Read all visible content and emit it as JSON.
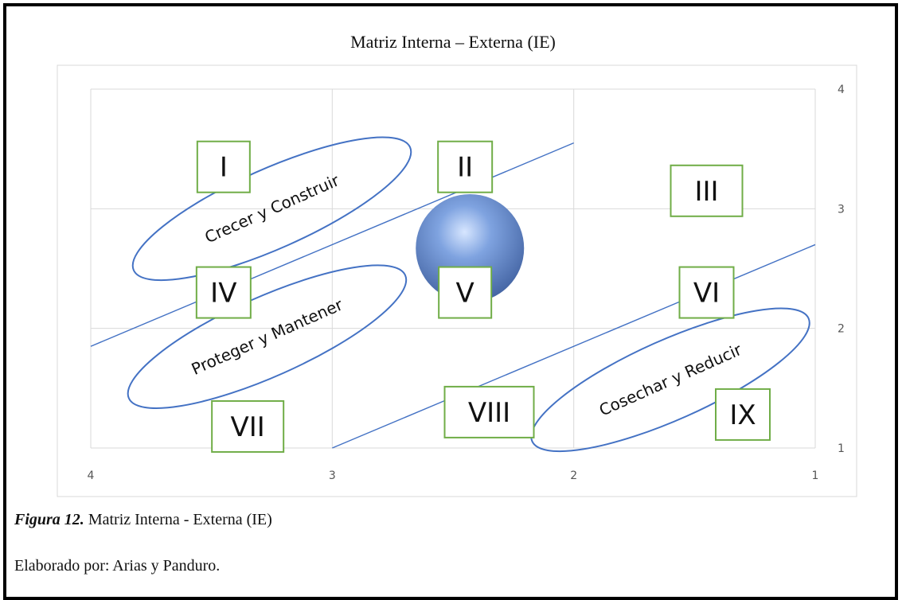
{
  "figure": {
    "title": "Matriz Interna – Externa (IE)",
    "caption_label": "Figura 12.",
    "caption_text": " Matriz Interna - Externa (IE)",
    "credit": "Elaborado por: Arias y Panduro."
  },
  "chart_data": {
    "type": "scatter",
    "title": "Matriz Interna – Externa (IE)",
    "x_ticks": [
      "4",
      "3",
      "2",
      "1"
    ],
    "y_ticks": [
      "1",
      "2",
      "3",
      "4"
    ],
    "xlim": [
      4,
      1
    ],
    "ylim": [
      1,
      4
    ],
    "grid": true,
    "point": {
      "x": 2.43,
      "y": 2.67
    },
    "cells": [
      {
        "label": "I",
        "x": 3.45,
        "y": 3.35
      },
      {
        "label": "II",
        "x": 2.45,
        "y": 3.35
      },
      {
        "label": "III",
        "x": 1.45,
        "y": 3.15
      },
      {
        "label": "IV",
        "x": 3.45,
        "y": 2.3
      },
      {
        "label": "V",
        "x": 2.45,
        "y": 2.3
      },
      {
        "label": "VI",
        "x": 1.45,
        "y": 2.3
      },
      {
        "label": "VII",
        "x": 3.35,
        "y": 1.18
      },
      {
        "label": "VIII",
        "x": 2.35,
        "y": 1.3
      },
      {
        "label": "IX",
        "x": 1.3,
        "y": 1.28
      }
    ],
    "zones": [
      {
        "label": "Crecer y Construir",
        "x": 3.25,
        "y": 3.0
      },
      {
        "label": "Proteger y Mantener",
        "x": 3.27,
        "y": 1.93
      },
      {
        "label": "Cosechar y Reducir",
        "x": 1.6,
        "y": 1.57
      }
    ],
    "diagonals": [
      {
        "x1": 4.0,
        "y1": 1.85,
        "x2": 2.0,
        "y2": 3.55
      },
      {
        "x1": 3.0,
        "y1": 1.0,
        "x2": 1.0,
        "y2": 2.7
      }
    ],
    "colors": {
      "ellipse": "#4472c4",
      "box": "#70ad47",
      "grid": "#d9d9d9",
      "sphere": "#5b7fc0"
    }
  }
}
